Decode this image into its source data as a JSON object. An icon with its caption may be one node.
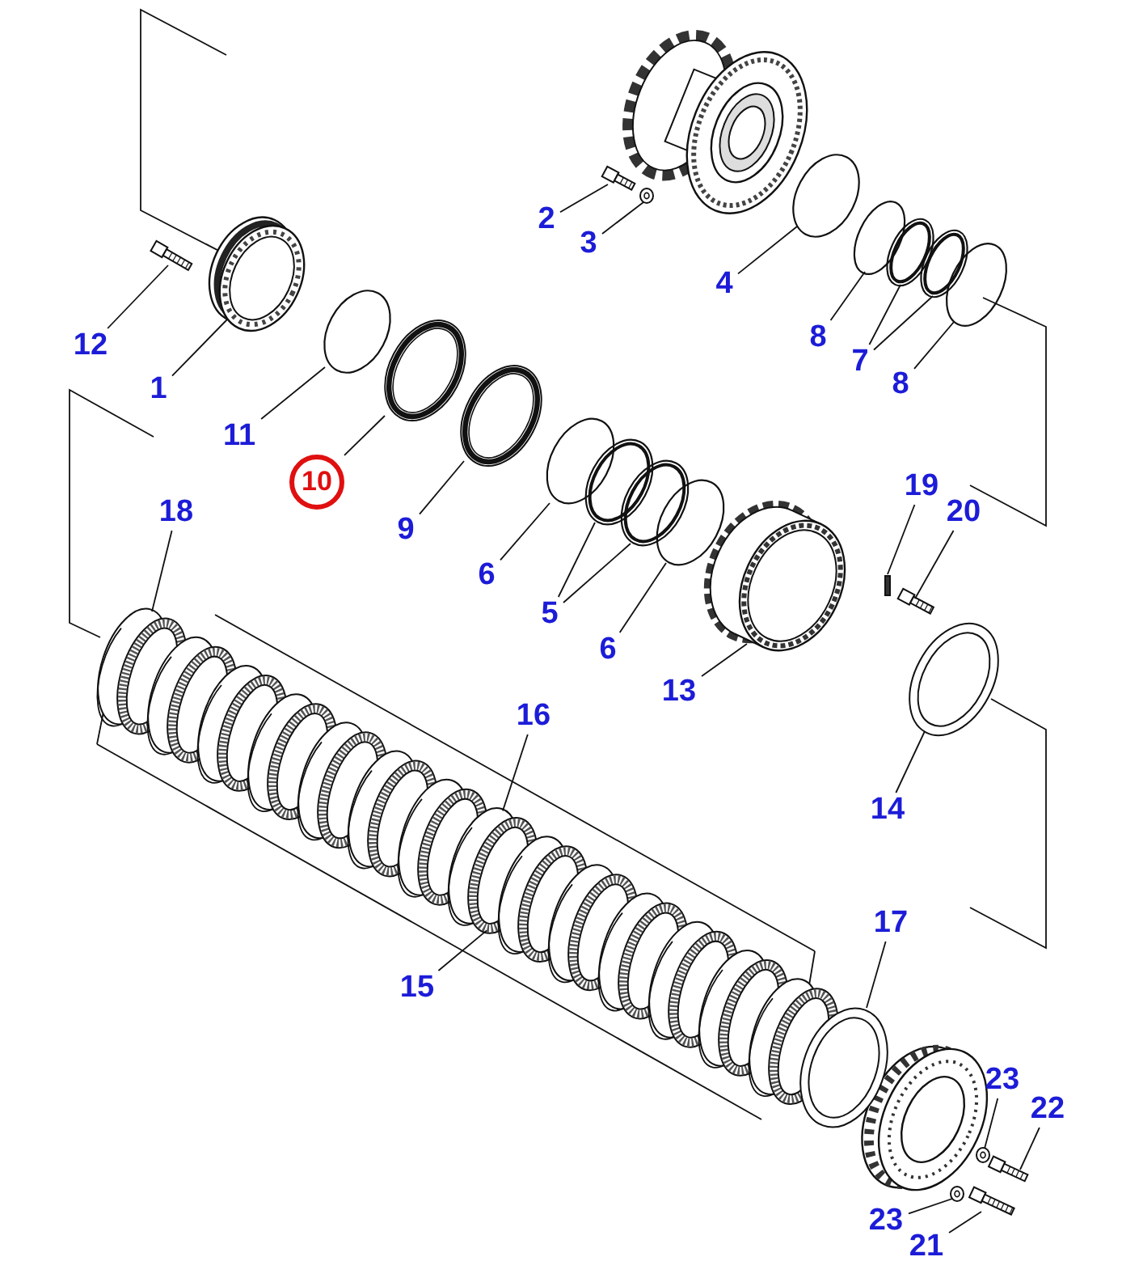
{
  "diagram": {
    "nodes": [
      {
        "text": [
          "2"
        ]
      },
      {
        "text": [
          "3"
        ]
      },
      {
        "text": [
          "4"
        ]
      },
      {
        "text": [
          "12"
        ]
      },
      {
        "text": [
          "8"
        ]
      },
      {
        "text": [
          "1"
        ]
      },
      {
        "text": [
          "7"
        ]
      },
      {
        "text": [
          "8"
        ]
      },
      {
        "text": [
          "11"
        ]
      },
      {
        "text": [
          "10"
        ]
      },
      {
        "text": [
          "9"
        ]
      },
      {
        "text": [
          "19"
        ]
      },
      {
        "text": [
          "20"
        ]
      },
      {
        "text": [
          "18"
        ]
      },
      {
        "text": [
          "6"
        ]
      },
      {
        "text": [
          "5"
        ]
      },
      {
        "text": [
          "6"
        ]
      },
      {
        "text": [
          "13"
        ]
      },
      {
        "text": [
          "16"
        ]
      },
      {
        "text": [
          "14"
        ]
      },
      {
        "text": [
          "17"
        ]
      },
      {
        "text": [
          "15"
        ]
      },
      {
        "text": [
          "23"
        ]
      },
      {
        "text": [
          "22"
        ]
      },
      {
        "text": [
          "23"
        ]
      },
      {
        "text": [
          "21"
        ]
      },
      {
        "text": [],
        "shape": "picture"
      },
      {
        "text": [],
        "shape": "picture"
      },
      {
        "text": [],
        "shape": "picture"
      },
      {
        "text": [],
        "shape": "circle"
      },
      {
        "text": [],
        "shape": "circle"
      },
      {
        "text": [],
        "shape": "circle"
      },
      {
        "text": [],
        "shape": "circle"
      },
      {
        "text": [],
        "shape": "circle"
      },
      {
        "text": [],
        "shape": "circle"
      },
      {
        "text": [],
        "shape": "circle"
      },
      {
        "text": [],
        "shape": "circle"
      },
      {
        "text": [],
        "shape": "circle"
      },
      {
        "text": [],
        "shape": "circle"
      },
      {
        "text": [],
        "shape": "circle"
      },
      {
        "text": [],
        "shape": "circle"
      },
      {
        "text": [],
        "shape": "circle"
      },
      {
        "text": [],
        "shape": "picture"
      },
      {
        "text": [],
        "shape": "bar"
      },
      {
        "text": [],
        "shape": "picture"
      },
      {
        "text": [],
        "shape": "circle"
      },
      {
        "text": [],
        "shape": "circle"
      },
      {
        "text": [],
        "shape": "circle"
      },
      {
        "text": [],
        "shape": "circle"
      },
      {
        "text": [],
        "shape": "circle"
      },
      {
        "text": [],
        "shape": "picture"
      },
      {
        "text": [],
        "shape": "circle"
      },
      {
        "text": [],
        "shape": "picture"
      },
      {
        "text": [],
        "shape": "circle"
      }
    ],
    "edges": [
      {
        "from": 0,
        "to": 28,
        "arrow": "none"
      },
      {
        "from": 1,
        "to": 29,
        "arrow": "none"
      },
      {
        "from": 2,
        "to": 30,
        "arrow": "none"
      },
      {
        "from": 3,
        "to": 26,
        "arrow": "none"
      },
      {
        "from": 4,
        "to": 31,
        "arrow": "none"
      },
      {
        "from": 5,
        "to": 27,
        "arrow": "none"
      },
      {
        "from": 6,
        "to": 32,
        "arrow": "none"
      },
      {
        "from": 6,
        "to": 33,
        "arrow": "none"
      },
      {
        "from": 7,
        "to": 34,
        "arrow": "none"
      },
      {
        "from": 8,
        "to": 35,
        "arrow": "none"
      },
      {
        "from": 9,
        "to": 36,
        "arrow": "none"
      },
      {
        "from": 10,
        "to": 37,
        "arrow": "none"
      },
      {
        "from": 11,
        "to": 43,
        "arrow": "none"
      },
      {
        "from": 12,
        "to": 44,
        "arrow": "none"
      },
      {
        "from": 13,
        "to": 45,
        "arrow": "none"
      },
      {
        "from": 14,
        "to": 38,
        "arrow": "none"
      },
      {
        "from": 15,
        "to": 39,
        "arrow": "none"
      },
      {
        "from": 15,
        "to": 40,
        "arrow": "none"
      },
      {
        "from": 16,
        "to": 41,
        "arrow": "none"
      },
      {
        "from": 17,
        "to": 42,
        "arrow": "none"
      },
      {
        "from": 18,
        "to": 46,
        "arrow": "none"
      },
      {
        "from": 19,
        "to": 53,
        "arrow": "none"
      },
      {
        "from": 20,
        "to": 48,
        "arrow": "none"
      },
      {
        "from": 21,
        "to": 47,
        "arrow": "none"
      },
      {
        "from": 22,
        "to": 49,
        "arrow": "none"
      },
      {
        "from": 23,
        "to": 50,
        "arrow": "none"
      },
      {
        "from": 24,
        "to": 51,
        "arrow": "none"
      },
      {
        "from": 25,
        "to": 52,
        "arrow": "none"
      }
    ]
  }
}
